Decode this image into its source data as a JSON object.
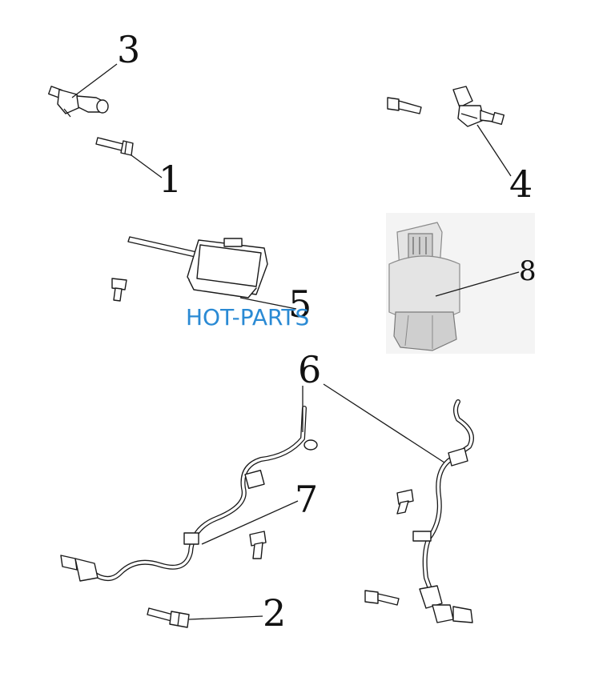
{
  "callouts": {
    "c1": "1",
    "c2": "2",
    "c3": "3",
    "c4": "4",
    "c5": "5",
    "c6": "6",
    "c7": "7",
    "c8": "8"
  },
  "watermark": "HOT-PARTS",
  "colors": {
    "line": "#1a1a1a",
    "watermark": "#2a8ad4",
    "background": "#ffffff"
  }
}
